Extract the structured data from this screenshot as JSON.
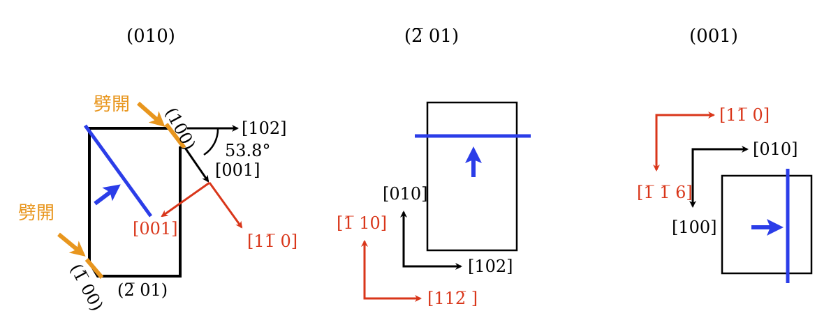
{
  "colors": {
    "black": "#000000",
    "blue": "#2b3de8",
    "red": "#d9361a",
    "orange": "#e8961e"
  },
  "panel1": {
    "title": "(010)",
    "cleavage_top": "劈開",
    "cleavage_bottom": "劈開",
    "plane_100_top": "(100)",
    "plane_100_bottom": "(1̅ 00)",
    "plane_201": "(2̅ 01)",
    "dir_102": "[102]",
    "angle": "53.8°",
    "dir_001": "[001]",
    "dir_001_red": "[001]",
    "dir_1_10_red": "[11̅ 0]"
  },
  "panel2": {
    "title": "(2̅ 01)",
    "dir_010": "[010]",
    "dir_102": "[102]",
    "dir_m110_red": "[1̅ 10]",
    "dir_11m2_red": "[112̅ ]"
  },
  "panel3": {
    "title": "(001)",
    "dir_1m10_red": "[11̅ 0]",
    "dir_010": "[010]",
    "dir_m1m16_red": "[1̅ 1̅ 6]",
    "dir_100": "[100]"
  }
}
